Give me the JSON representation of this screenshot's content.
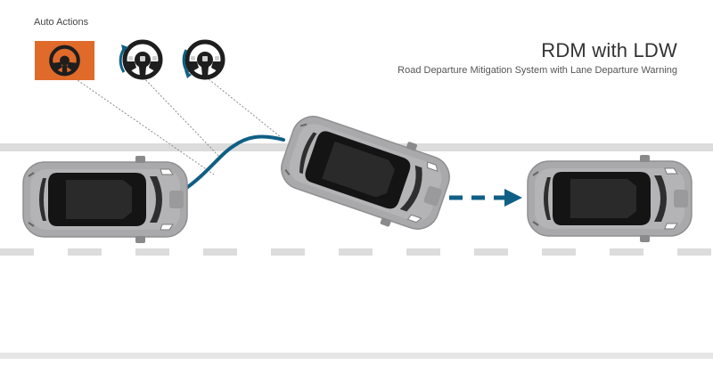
{
  "header": {
    "title": "RDM with LDW",
    "subtitle": "Road Departure Mitigation System with Lane Departure Warning",
    "auto_actions_label": "Auto Actions"
  },
  "icons": {
    "auto_action": "steering-wheel-icon",
    "steer_left": "steering-wheel-turn-left-icon",
    "steer_right": "steering-wheel-turn-right-icon"
  },
  "colors": {
    "accent": "#e06a2a",
    "path": "#0f5f86",
    "car_body": "#a9a9ab",
    "car_roof": "#141414",
    "lane_line": "#dcdcdc",
    "background": "#ffffff"
  }
}
